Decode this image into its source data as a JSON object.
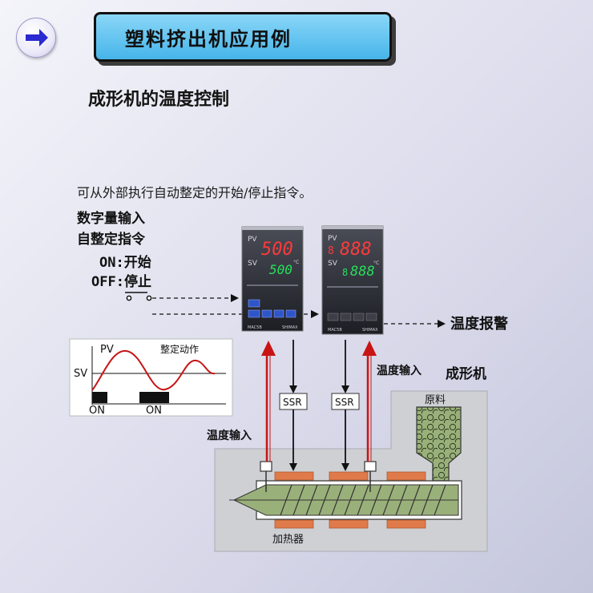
{
  "header": {
    "title": "塑料挤出机应用例"
  },
  "subtitle": "成形机的温度控制",
  "description": "可从外部执行自动整定的开始/停止指令。",
  "digital_input": {
    "line1": "数字量输入",
    "line2": "自整定指令",
    "on": "ON:开始",
    "off": "OFF:停止"
  },
  "controller_left": {
    "pv_label": "PV",
    "sv_label": "SV",
    "pv_value": "500",
    "sv_value": "500",
    "unit": "°C",
    "model": "MAC5B",
    "brand": "SHIMAX"
  },
  "controller_right": {
    "pv_label": "PV",
    "sv_label": "SV",
    "pv_value": "888",
    "sv_value": "888",
    "pv_prefix": "8",
    "sv_prefix": "8",
    "unit": "°C",
    "model": "MAC5B",
    "brand": "SHIMAX"
  },
  "alarm_label": "温度报警",
  "temp_input_right": "温度输入",
  "temp_input_left": "温度输入",
  "machine_label": "成形机",
  "ssr_label": "SSR",
  "material_label": "原料",
  "heater_label": "加热器",
  "autotune_graph": {
    "pv": "PV",
    "sv": "SV",
    "action": "整定动作",
    "on1": "ON",
    "on2": "ON"
  },
  "colors": {
    "title_bg": "#4fb9ec",
    "heater": "#e07a4a",
    "screw": "#9ab07a",
    "red_arrow": "#c81414",
    "pv_red": "#ff3a3a",
    "sv_green": "#28e05a"
  }
}
